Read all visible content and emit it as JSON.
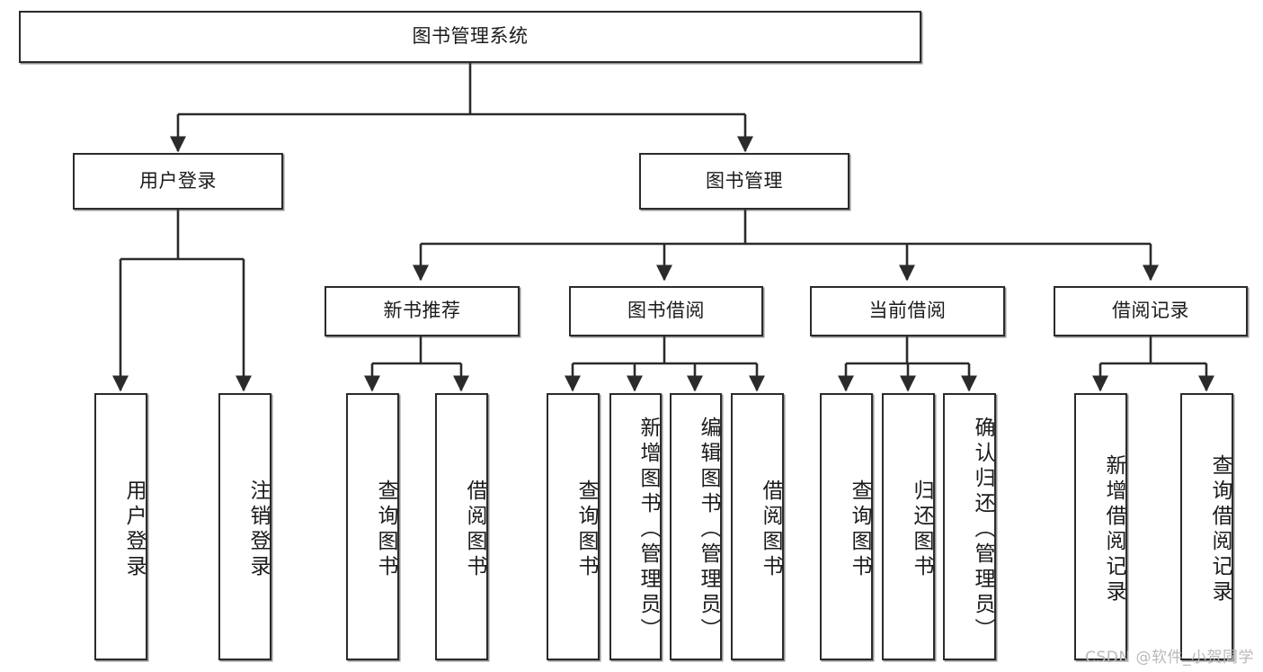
{
  "diagram": {
    "title": "图书管理系统",
    "type": "tree-hierarchy-diagram",
    "colors": {
      "box_stroke": "#2b2b2b",
      "box_fill": "#ffffff",
      "edge": "#2b2b2b",
      "watermark": "#b9b9b9",
      "background": "#ffffff"
    },
    "root": {
      "label": "图书管理系统"
    },
    "level2": [
      {
        "label": "用户登录"
      },
      {
        "label": "图书管理"
      }
    ],
    "level3": [
      {
        "label": "新书推荐"
      },
      {
        "label": "图书借阅"
      },
      {
        "label": "当前借阅"
      },
      {
        "label": "借阅记录"
      }
    ],
    "leaves": {
      "user_login": [
        {
          "label": "用户登录"
        },
        {
          "label": "注销登录"
        }
      ],
      "new_book_recommend": [
        {
          "label": "查询图书"
        },
        {
          "label": "借阅图书"
        }
      ],
      "book_borrow": [
        {
          "label": "查询图书"
        },
        {
          "label": "新增图书（管理员）"
        },
        {
          "label": "编辑图书（管理员）"
        },
        {
          "label": "借阅图书"
        }
      ],
      "current_borrow": [
        {
          "label": "查询图书"
        },
        {
          "label": "归还图书"
        },
        {
          "label": "确认归还（管理员）"
        }
      ],
      "borrow_record": [
        {
          "label": "新增借阅记录"
        },
        {
          "label": "查询借阅记录"
        }
      ]
    }
  },
  "watermark": {
    "text": "CSDN @软件_小贺同学"
  }
}
